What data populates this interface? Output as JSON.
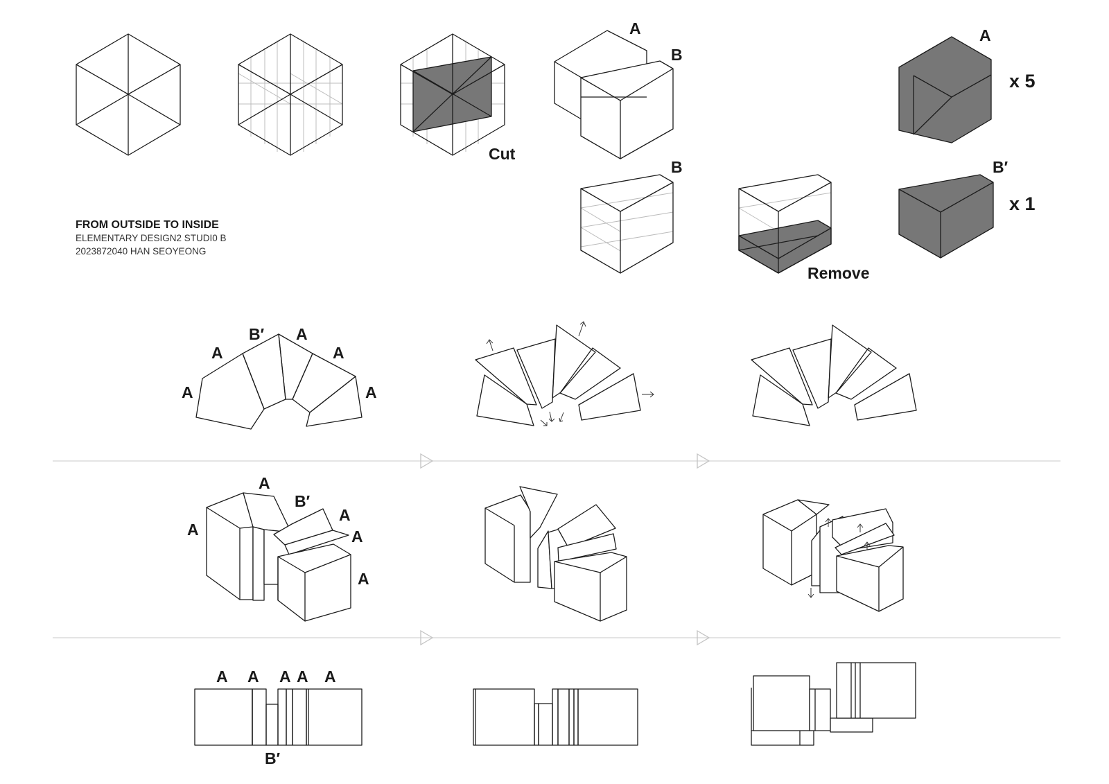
{
  "title": {
    "main": "FROM OUTSIDE TO INSIDE",
    "course": "ELEMENTARY DESIGN2 STUDI0 B",
    "author": "2023872040 HAN SEOYEONG"
  },
  "labels": {
    "cut": "Cut",
    "remove": "Remove",
    "a": "A",
    "b": "B",
    "b_prime": "B′",
    "times5": "x 5",
    "times1": "x 1"
  },
  "colors": {
    "line": "#1c1c1c",
    "shade": "#777777",
    "guide": "#bcbcbc",
    "separator": "#d4d4d4"
  },
  "counts": {
    "module_a": 5,
    "module_b_prime": 1
  }
}
